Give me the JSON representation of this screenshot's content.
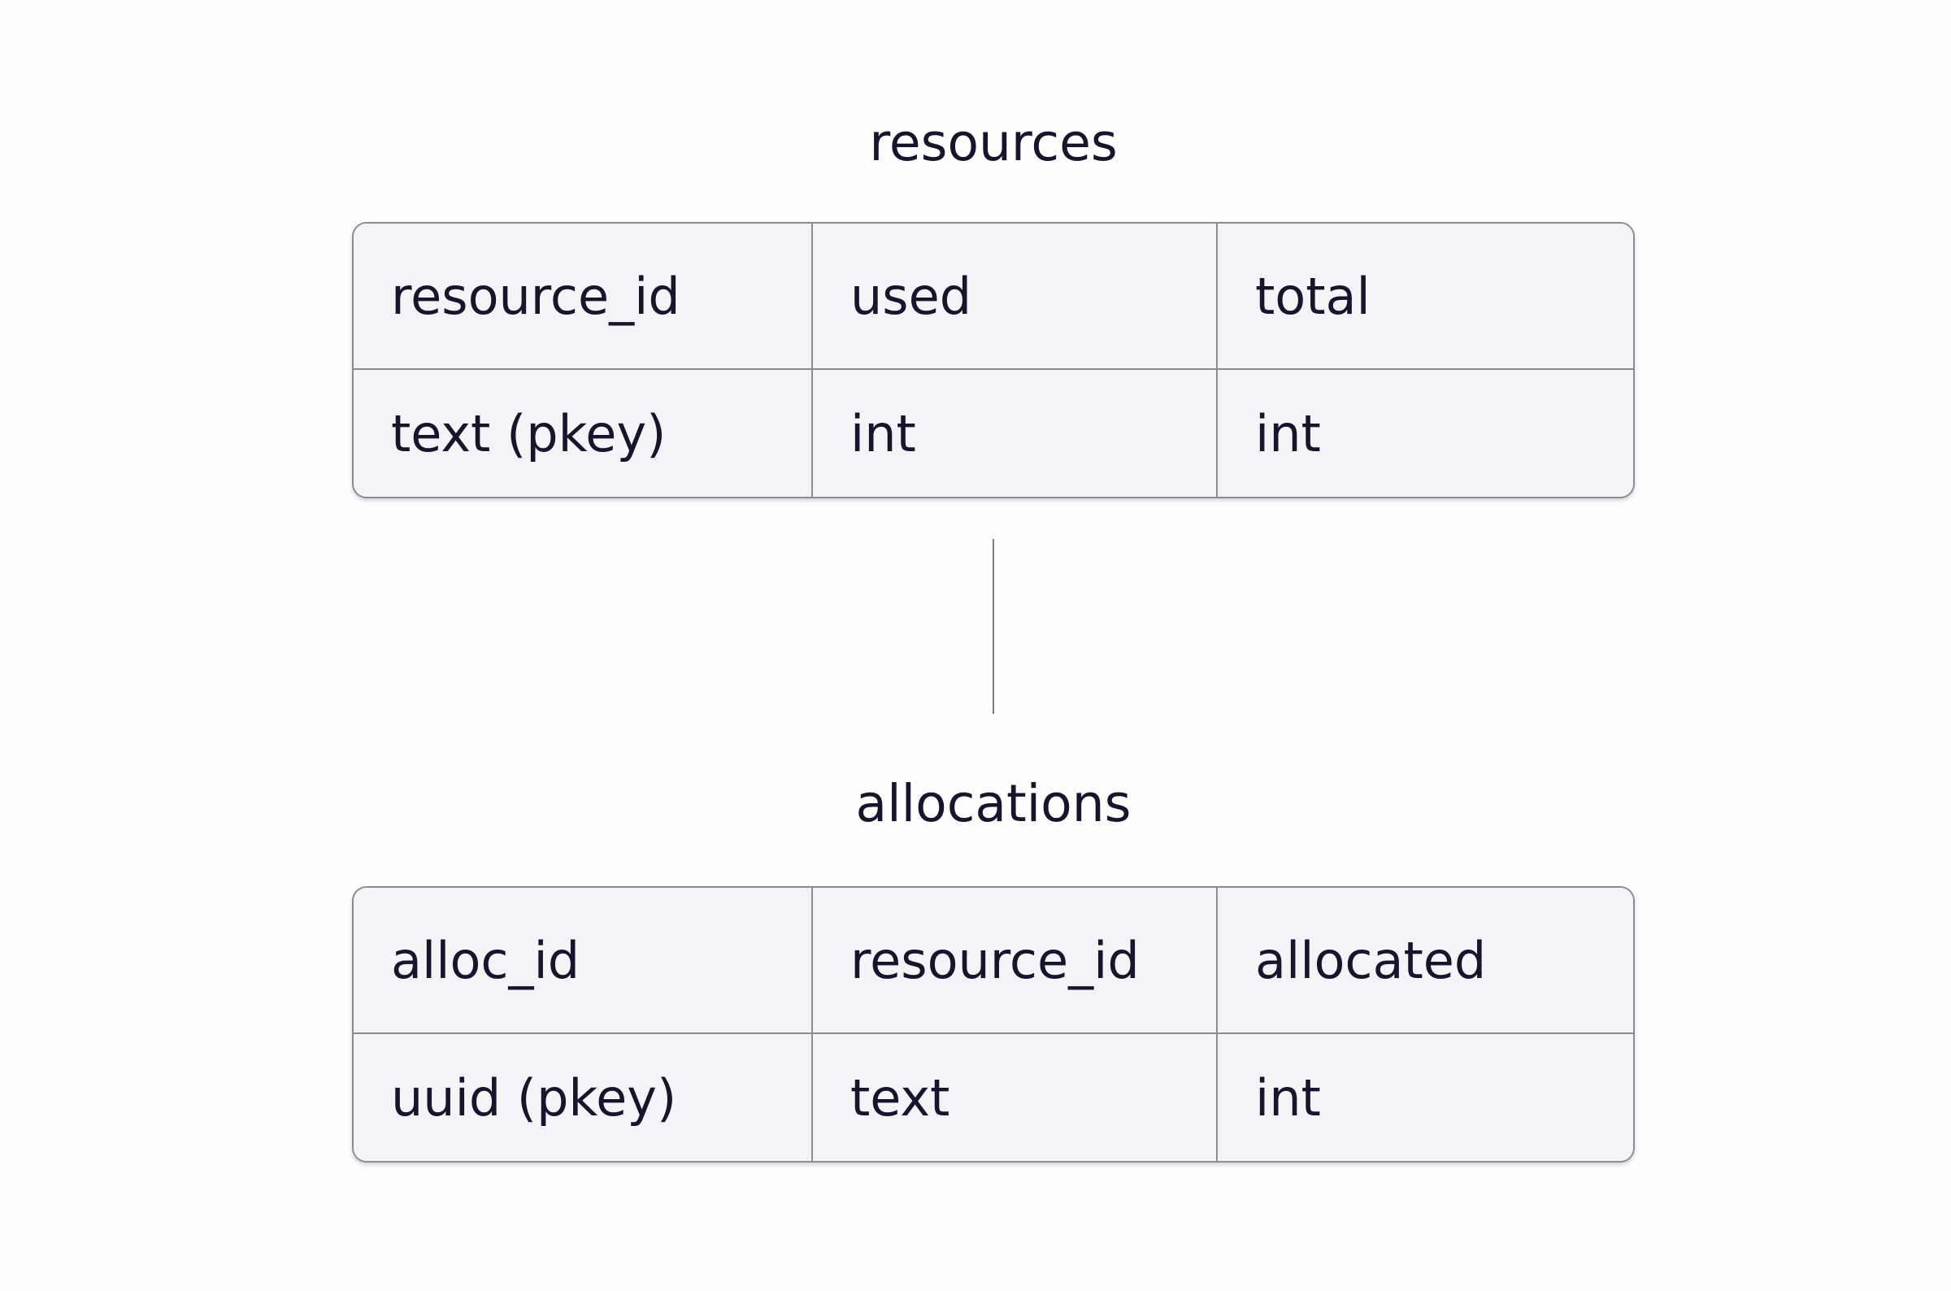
{
  "diagram": {
    "kind": "database-schema",
    "colors": {
      "page_background": "#fdfdfe",
      "table_background": "#f4f4f8",
      "border": "#8b8b95",
      "text": "#15152c",
      "connector": "#7a7a85"
    },
    "tables": [
      {
        "title": "resources",
        "fields": [
          {
            "name": "resource_id",
            "type": "text (pkey)"
          },
          {
            "name": "used",
            "type": "int"
          },
          {
            "name": "total",
            "type": "int"
          }
        ]
      },
      {
        "title": "allocations",
        "fields": [
          {
            "name": "alloc_id",
            "type": "uuid (pkey)"
          },
          {
            "name": "resource_id",
            "type": "text"
          },
          {
            "name": "allocated",
            "type": "int"
          }
        ]
      }
    ],
    "relationship": {
      "from": "resources",
      "to": "allocations",
      "style": "plain-line"
    }
  }
}
